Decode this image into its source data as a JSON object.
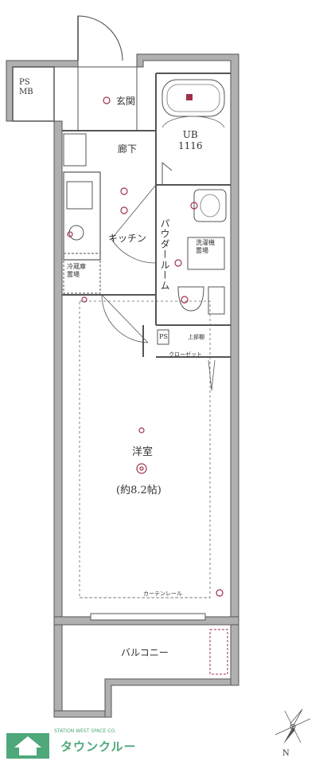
{
  "rooms": {
    "ps_mb": "PS\nMB",
    "entrance": "玄関",
    "corridor": "廊下",
    "ub": "UB\n1116",
    "kitchen": "キッチン",
    "powder_room": "パウダールーム",
    "washer": "洗濯機\n置場",
    "fridge": "冷蔵庫\n置場",
    "ps_small": "PS",
    "upper_shelf": "上部棚",
    "closet": "クローゼット",
    "western_room": "洋室",
    "western_room_size": "(約8.2帖)",
    "curtain_rail": "カーテンレール",
    "balcony": "バルコニー"
  },
  "compass": {
    "north": "N"
  },
  "watermark": {
    "brand": "タウンクルー",
    "tagline": "STATION WEST SPACE CO."
  },
  "colors": {
    "wall": "#a9a9a9",
    "wall_stroke": "#555555",
    "accent": "#a0304a",
    "brand": "#4fa87a"
  }
}
